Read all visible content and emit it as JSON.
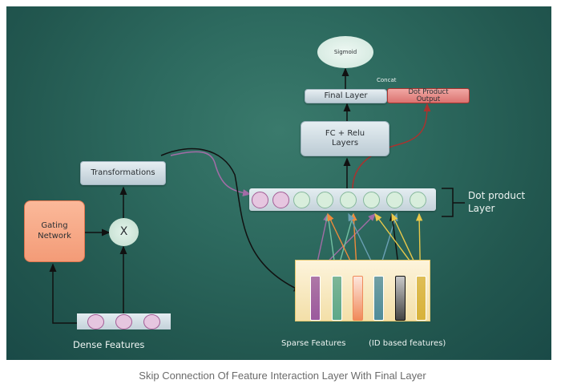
{
  "diagram": {
    "nodes": {
      "sigmoid": "Sigmoid",
      "concat": "Concat",
      "final_layer": "Final Layer",
      "dot_product_output": "Dot Product Output",
      "fc_relu": "FC + Relu Layers",
      "transformations": "Transformations",
      "gating_network": "Gating Network",
      "multiply": "X",
      "dot_product_layer": "Dot product Layer",
      "dense_features": "Dense Features",
      "sparse_features": "Sparse Features",
      "sparse_note": "(ID based features)"
    },
    "dot_product_layer_units": {
      "dense_units": 2,
      "sparse_units": 6
    },
    "dense_feature_count": 3,
    "sparse_feature_bars": [
      {
        "name": "sparse-feature-1",
        "color": "#9b5a9e"
      },
      {
        "name": "sparse-feature-2",
        "color": "#5ea88a"
      },
      {
        "name": "sparse-feature-3",
        "color": "#f08a5a"
      },
      {
        "name": "sparse-feature-4",
        "color": "#4f8c9a"
      },
      {
        "name": "sparse-feature-5",
        "color": "#6a6a6a"
      },
      {
        "name": "sparse-feature-6",
        "color": "#d8b23a"
      }
    ],
    "colors": {
      "background": "#2d6a5f",
      "gating_box": "#f6a583",
      "dot_output_box": "#e07a78",
      "sparse_container": "#f6e3b4",
      "dense_unit": "#e6c6e0",
      "sparse_unit": "#d8eedc"
    }
  },
  "caption": "Skip Connection Of Feature Interaction Layer With Final Layer"
}
